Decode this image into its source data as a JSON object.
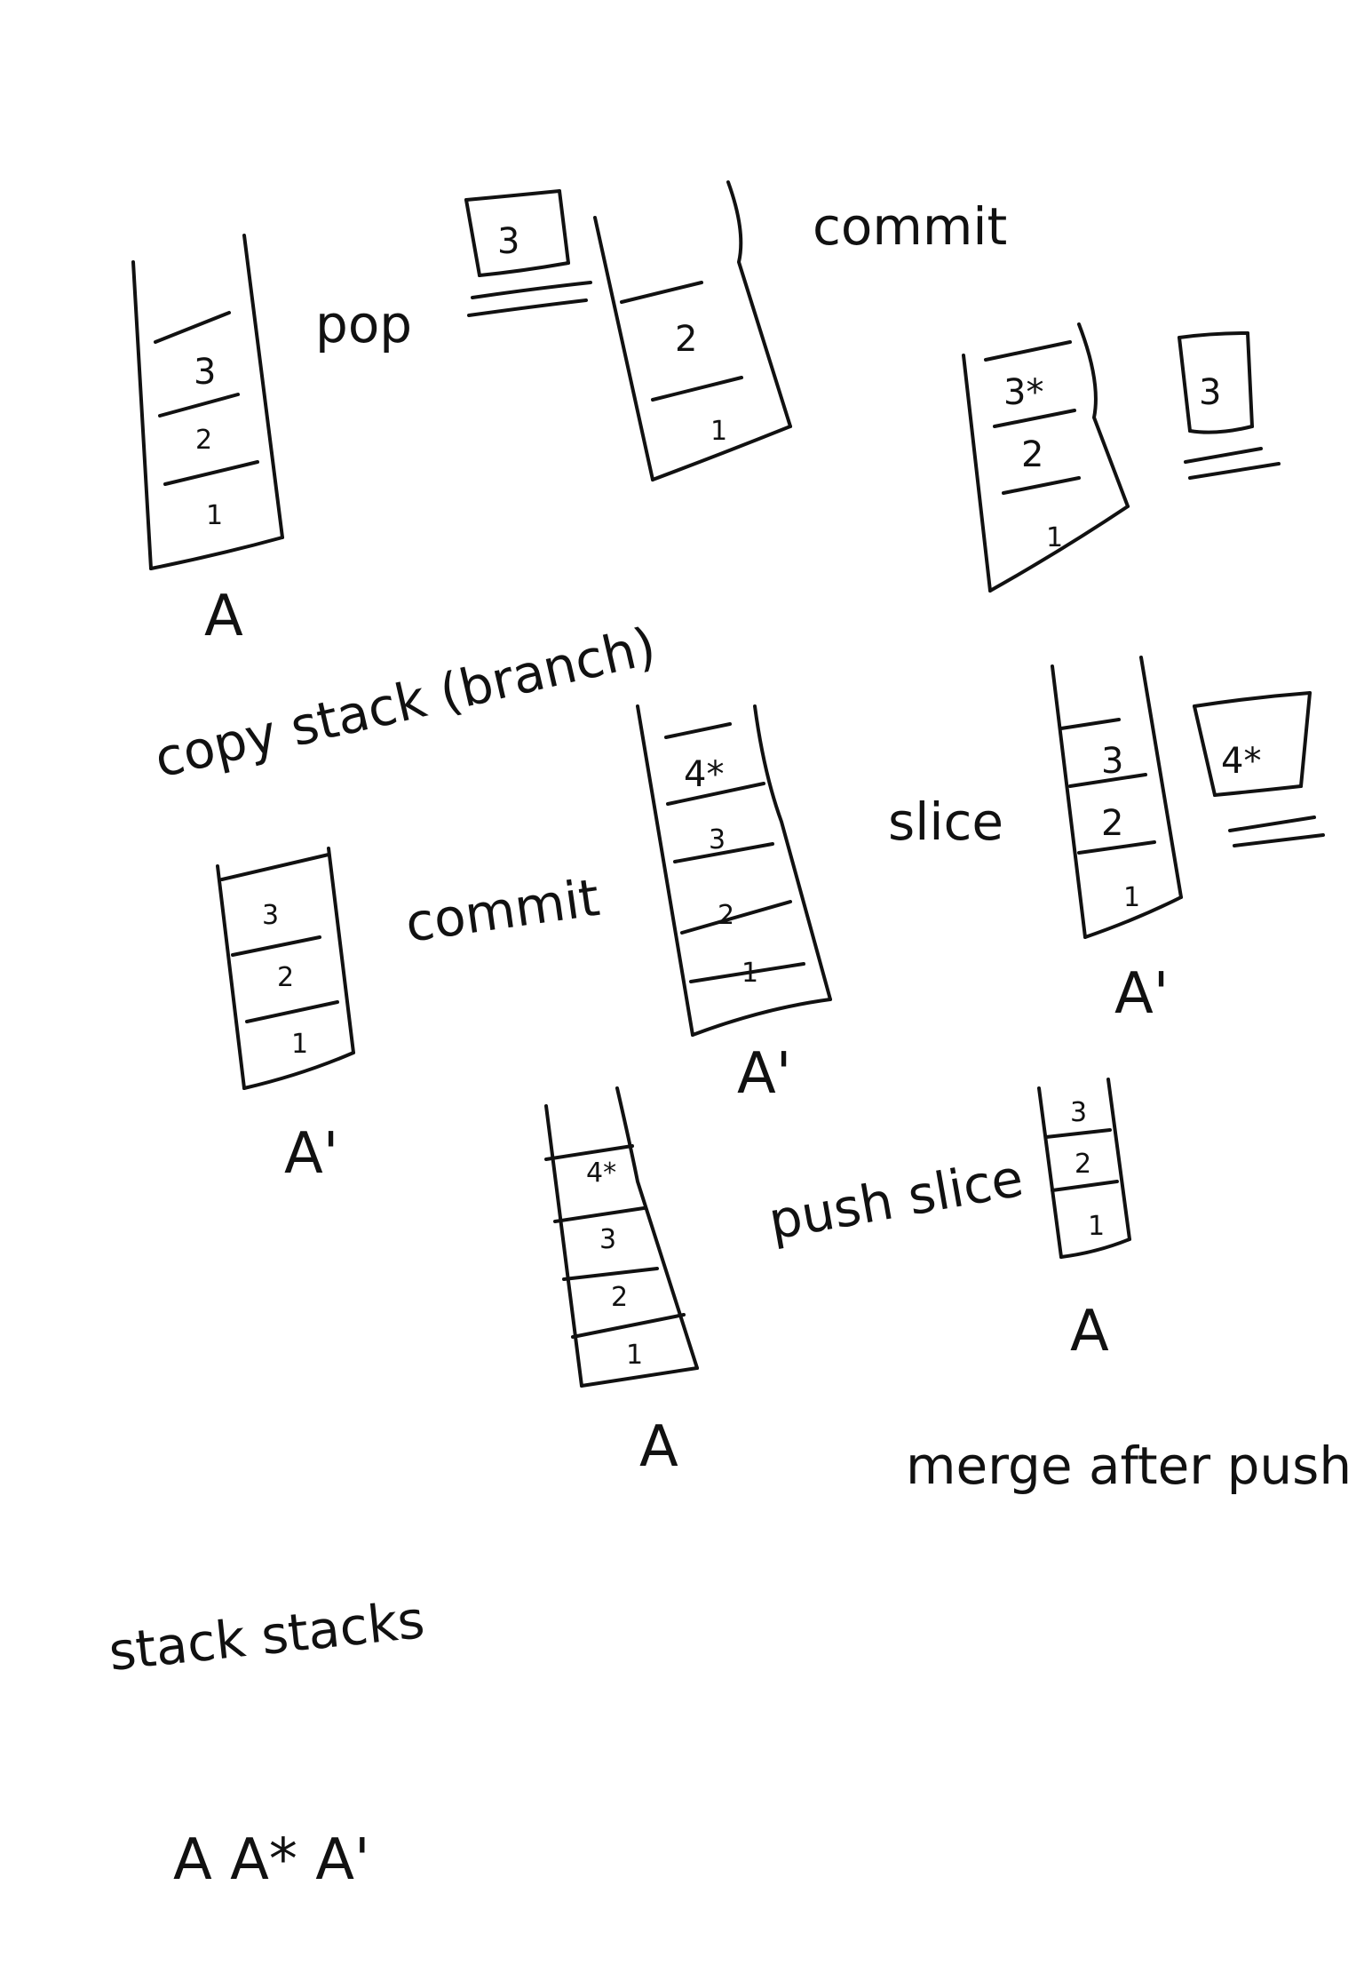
{
  "captions": {
    "pop": "pop",
    "commit_top": "commit",
    "copy_stack": "copy stack (branch)",
    "commit_mid": "commit",
    "slice": "slice",
    "push_slice": "push slice",
    "merge_after_push": "merge after push",
    "stack_stacks": "stack stacks",
    "summary": "A A* A'"
  },
  "stacks": {
    "s1": {
      "label": "A",
      "items": [
        "3",
        "2",
        "1"
      ]
    },
    "s2": {
      "label": "",
      "items": [
        "2",
        "1"
      ]
    },
    "s3": {
      "label": "",
      "items": [
        "3*",
        "2",
        "1"
      ]
    },
    "s4": {
      "label": "A'",
      "items": [
        "3",
        "2",
        "1"
      ]
    },
    "s5": {
      "label": "A'",
      "items": [
        "4*",
        "3",
        "2",
        "1"
      ]
    },
    "s6": {
      "label": "A'",
      "items": [
        "3",
        "2",
        "1"
      ]
    },
    "s7": {
      "label": "A",
      "items": [
        "4*",
        "3",
        "2",
        "1"
      ]
    },
    "s8": {
      "label": "A",
      "items": [
        "3",
        "2",
        "1"
      ]
    }
  },
  "boxes": {
    "popped": "3",
    "committed": "3",
    "sliced": "4*"
  },
  "colors": {
    "ink": "#111111",
    "paper": "#ffffff"
  }
}
